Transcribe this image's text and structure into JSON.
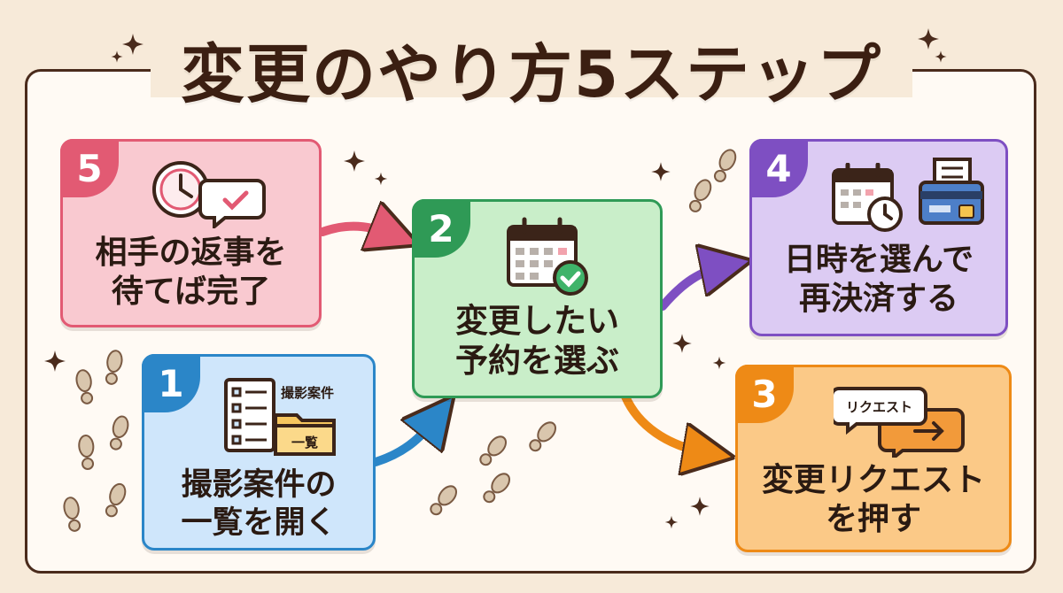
{
  "title": "変更のやり方5ステップ",
  "steps": [
    {
      "number": "1",
      "line1": "撮影案件の",
      "line2": "一覧を開く",
      "icon_label": "撮影案件",
      "folder_label": "一覧",
      "color": "#2b86c8",
      "fill": "#cfe6fb"
    },
    {
      "number": "2",
      "line1": "変更したい",
      "line2": "予約を選ぶ",
      "color": "#2f9a56",
      "fill": "#c9eec9"
    },
    {
      "number": "3",
      "line1": "変更リクエスト",
      "line2": "を押す",
      "bubble_label": "リクエスト",
      "color": "#ee8a16",
      "fill": "#fbc987"
    },
    {
      "number": "4",
      "line1": "日時を選んで",
      "line2": "再決済する",
      "color": "#7e4fc2",
      "fill": "#dccbf3"
    },
    {
      "number": "5",
      "line1": "相手の返事を",
      "line2": "待てば完了",
      "color": "#e25a73",
      "fill": "#f9c9d0"
    }
  ],
  "icons": [
    "list-document-icon",
    "folder-icon",
    "calendar-check-icon",
    "chat-bubble-icon",
    "arrow-bubble-icon",
    "calendar-icon",
    "clock-icon",
    "credit-card-icon",
    "receipt-icon",
    "chat-check-icon",
    "footprint-icon",
    "sparkle-icon"
  ]
}
